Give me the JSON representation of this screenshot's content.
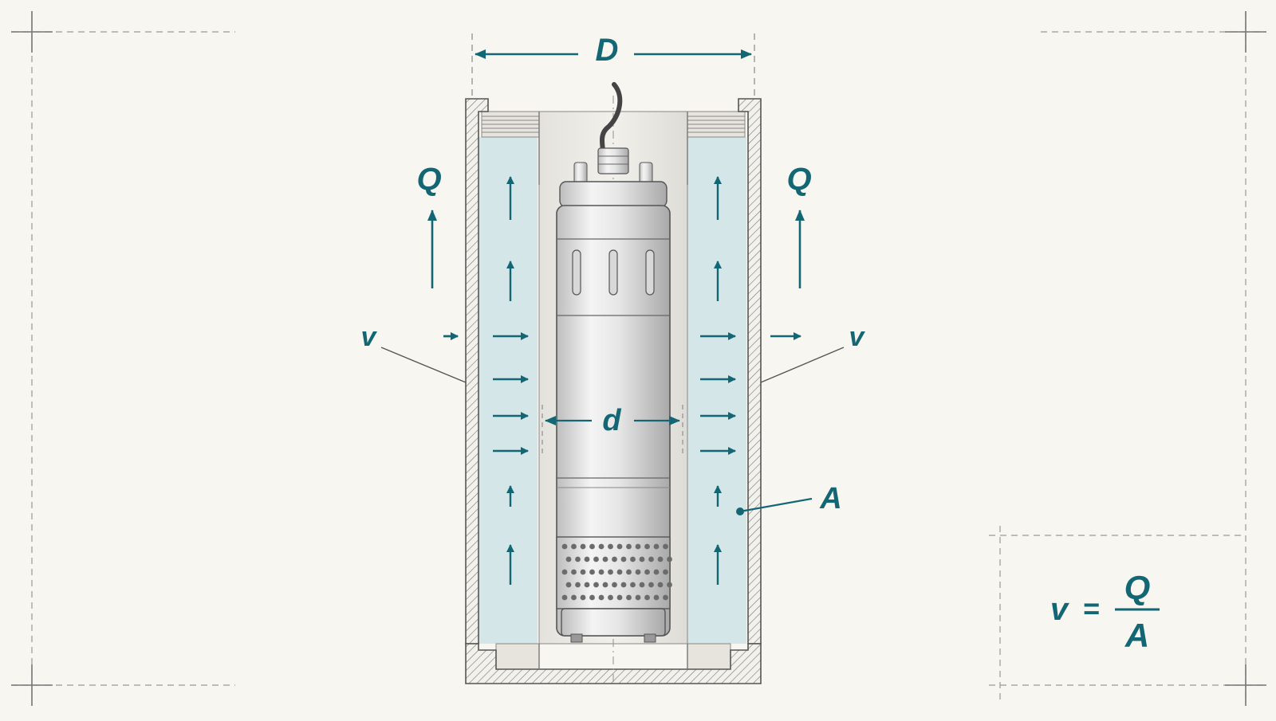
{
  "labels": {
    "outer_diameter": "D",
    "inner_diameter": "d",
    "flow_rate_left": "Q",
    "flow_rate_right": "Q",
    "velocity_left": "v",
    "velocity_right": "v",
    "annulus_area": "A"
  },
  "formula": {
    "lhs": "v",
    "equals": "=",
    "numerator": "Q",
    "denominator": "A"
  },
  "colors": {
    "accent": "#136774",
    "water": "#cfe3e6",
    "line": "#555555",
    "paper": "#f8f6f0"
  }
}
